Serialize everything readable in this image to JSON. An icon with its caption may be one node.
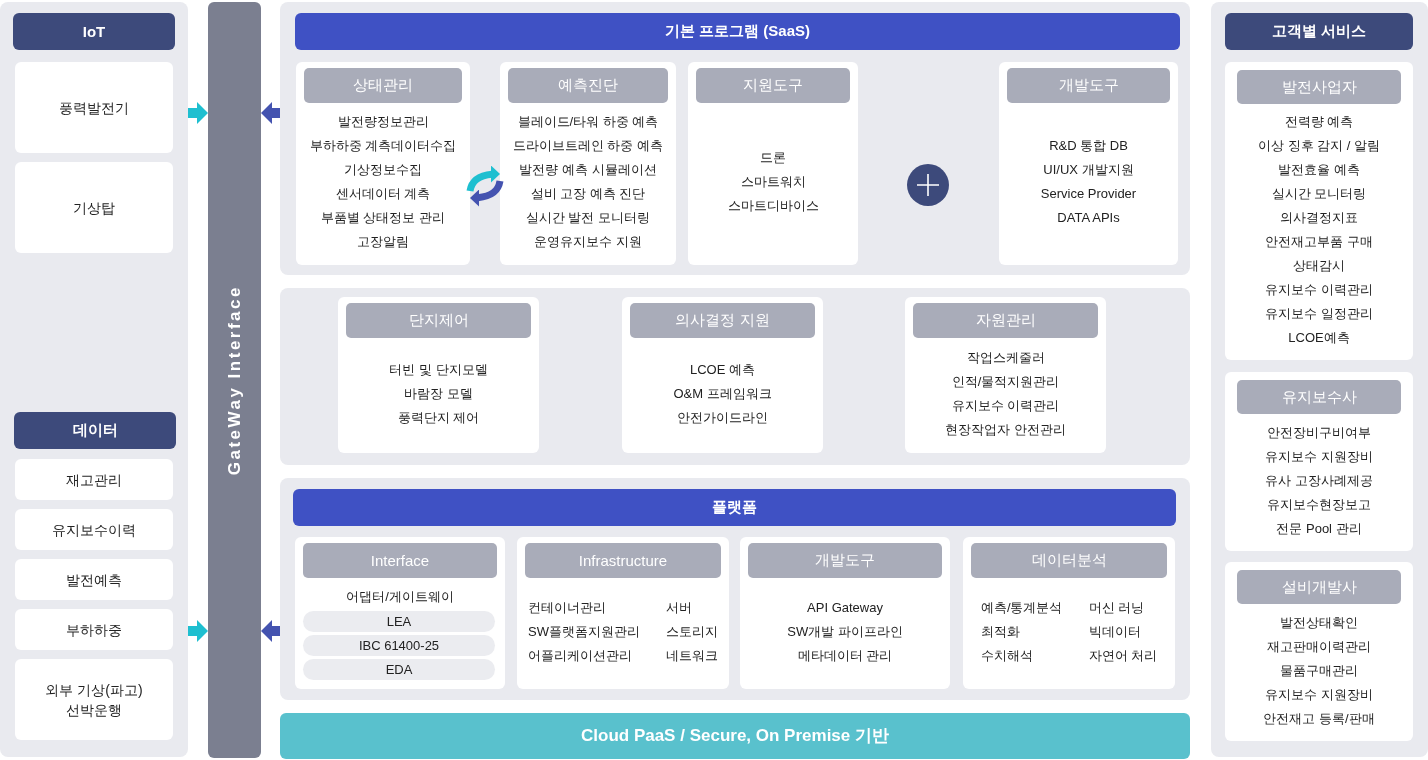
{
  "diagram": {
    "nodes": [
      {
        "text": [
          "IoT",
          "데이터"
        ]
      },
      {
        "text": [
          "풍력발전기"
        ],
        "in": 0
      },
      {
        "text": [
          "기상탑"
        ],
        "in": 0
      },
      {
        "text": [
          "재고관리"
        ],
        "in": 0
      },
      {
        "text": [
          "유지보수이력"
        ],
        "in": 0
      },
      {
        "text": [
          "발전예측"
        ],
        "in": 0
      },
      {
        "text": [
          "부하하중"
        ],
        "in": 0
      },
      {
        "text": [
          "외부 기상(파고) 선박운행"
        ],
        "in": 0
      },
      {
        "text": [
          "GateWay Interface"
        ]
      },
      {
        "text": [
          "기본 프로그램 (SaaS)"
        ]
      },
      {
        "text": [
          "상태관리",
          "발전량정보관리",
          "부하하중 계측데이터수집",
          "기상정보수집",
          "센서데이터 계측",
          "부품별 상태정보 관리",
          "고장알림"
        ],
        "in": 9
      },
      {
        "text": [
          "예측진단",
          "블레이드/타워 하중 예측",
          "드라이브트레인 하중 예측",
          "발전량 예측 시뮬레이션",
          "설비 고장 예측 진단",
          "실시간 발전 모니터링",
          "운영유지보수 지원"
        ],
        "in": 9
      },
      {
        "text": [
          "지원도구",
          "드론",
          "스마트워치",
          "스마트디바이스"
        ],
        "in": 9
      },
      {
        "text": [
          "개발도구",
          "R&D 통합 DB",
          "UI/UX 개발지원",
          "Service Provider",
          "DATA APIs"
        ],
        "in": 9
      },
      {
        "text": [],
        "shape": "box"
      },
      {
        "text": [
          "단지제어",
          "터빈 및 단지모델",
          "바람장 모델",
          "풍력단지 제어"
        ],
        "in": 14
      },
      {
        "text": [
          "의사결정 지원",
          "LCOE 예측",
          "O&M 프레임워크",
          "안전가이드라인"
        ],
        "in": 14
      },
      {
        "text": [
          "자원관리",
          "작업스케줄러",
          "인적/물적지원관리",
          "유지보수 이력관리",
          "현장작업자 안전관리"
        ],
        "in": 14
      },
      {
        "text": [
          "플랫폼"
        ]
      },
      {
        "text": [
          "Interface",
          "어댑터/게이트웨이"
        ],
        "in": 18
      },
      {
        "text": [
          "LEA"
        ],
        "in": 19
      },
      {
        "text": [
          "IBC 61400-25"
        ],
        "in": 19
      },
      {
        "text": [
          "EDA"
        ],
        "in": 19
      },
      {
        "text": [
          "Infrastructure",
          "컨테이너관리",
          "서버",
          "SW플랫폼지원관리",
          "스토리지",
          "어플리케이션관리",
          "네트워크"
        ],
        "in": 18
      },
      {
        "text": [
          "개발도구",
          "API Gateway",
          "SW개발 파이프라인",
          "메타데이터 관리"
        ],
        "in": 18
      },
      {
        "text": [
          "데이터분석",
          "예측/통계분석",
          "머신 러닝",
          "최적화",
          "빅데이터",
          "수치해석",
          "자연어 처리"
        ],
        "in": 18
      },
      {
        "text": [
          "Cloud PaaS / Secure, On Premise 기반"
        ]
      },
      {
        "text": [
          "고객별 서비스"
        ]
      },
      {
        "text": [
          "발전사업자",
          "전력량 예측",
          "이상 징후 감지 / 알림",
          "발전효율 예측",
          "실시간 모니터링",
          "의사결정지표",
          "안전재고부품 구매",
          "상태감시",
          "유지보수 이력관리",
          "유지보수 일정관리",
          "LCOE예측"
        ],
        "in": 27
      },
      {
        "text": [
          "유지보수사",
          "안전장비구비여부",
          "유지보수 지원장비",
          "유사 고장사례제공",
          "유지보수현장보고",
          "전문 Pool 관리"
        ],
        "in": 27
      },
      {
        "text": [
          "설비개발사",
          "발전상태확인",
          "재고판매이력관리",
          "물품구매관리",
          "유지보수 지원장비",
          "안전재고 등록/판매"
        ],
        "in": 27
      }
    ],
    "edges": [
      {
        "from": 0,
        "to": 8,
        "arrow": "to",
        "color": "#1ebfd0"
      },
      {
        "from": 9,
        "to": 8,
        "arrow": "to",
        "color": "#4453b0"
      },
      {
        "from": 10,
        "to": 11,
        "arrow": "to",
        "color": "#1ebfd0"
      },
      {
        "from": 11,
        "to": 10,
        "arrow": "to",
        "color": "#4453b0"
      },
      {
        "from": 0,
        "to": 8,
        "arrow": "to",
        "color": "#1ebfd0"
      },
      {
        "from": 18,
        "to": 8,
        "arrow": "to",
        "color": "#4453b0"
      }
    ]
  }
}
